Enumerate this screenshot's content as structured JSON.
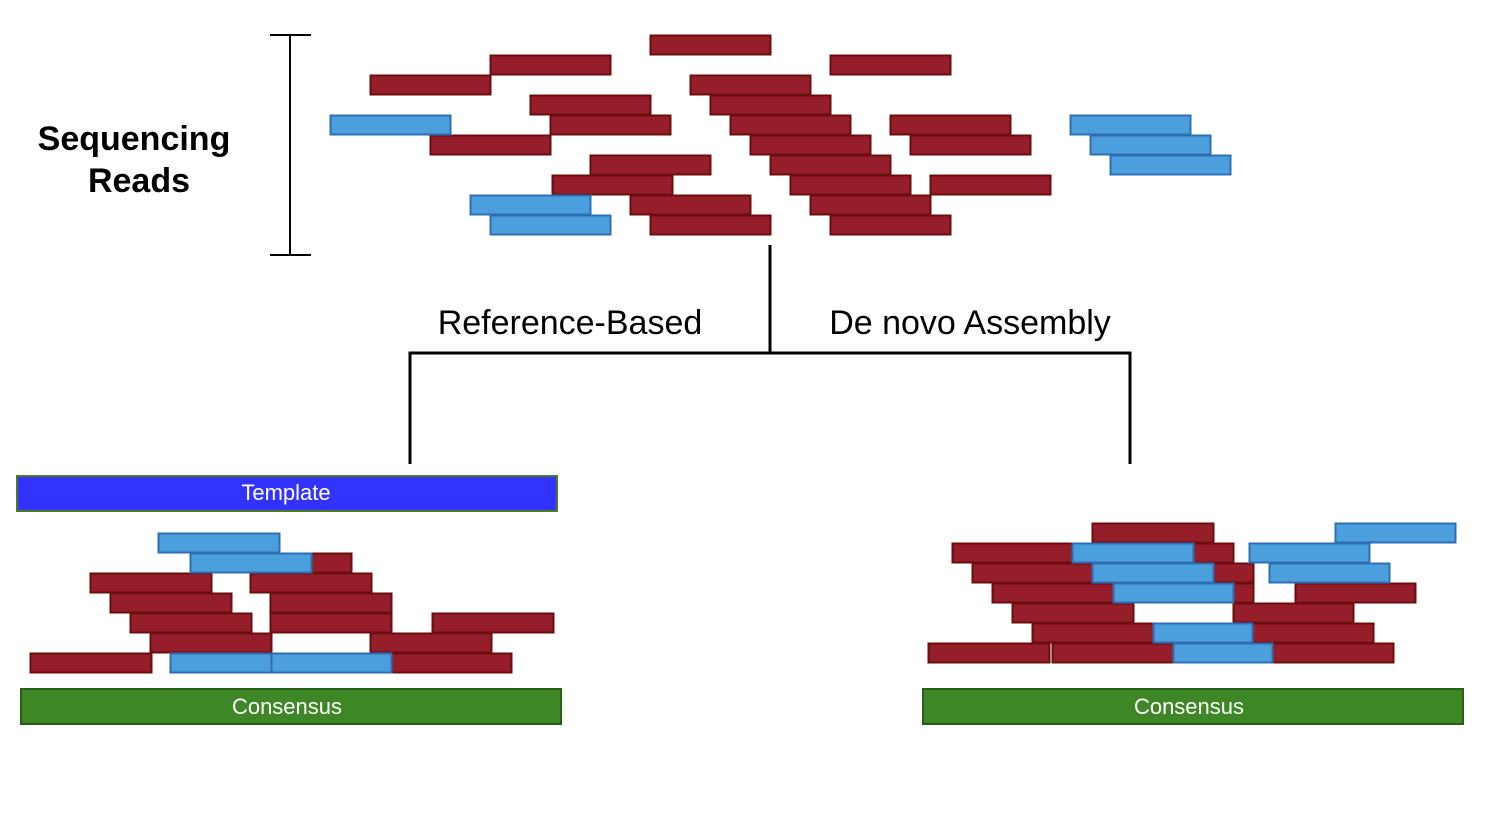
{
  "title_label": {
    "line1": "Sequencing",
    "line2": "Reads"
  },
  "branches": {
    "left": "Reference-Based",
    "right": "De novo Assembly"
  },
  "template": {
    "label": "Template",
    "fill": "#3333FF",
    "border": "#4D7A23"
  },
  "consensus": {
    "left_label": "Consensus",
    "right_label": "Consensus",
    "fill": "#3D8726",
    "border": "#285E1A"
  },
  "colors": {
    "read_red": "#961E2B",
    "read_red_border": "#6B0D0D",
    "read_blue": "#4C9FDD",
    "read_blue_border": "#2E6DB4"
  },
  "legend_semantics": {
    "red": "sequencing read",
    "blue": "sequencing read (alternate)"
  }
}
